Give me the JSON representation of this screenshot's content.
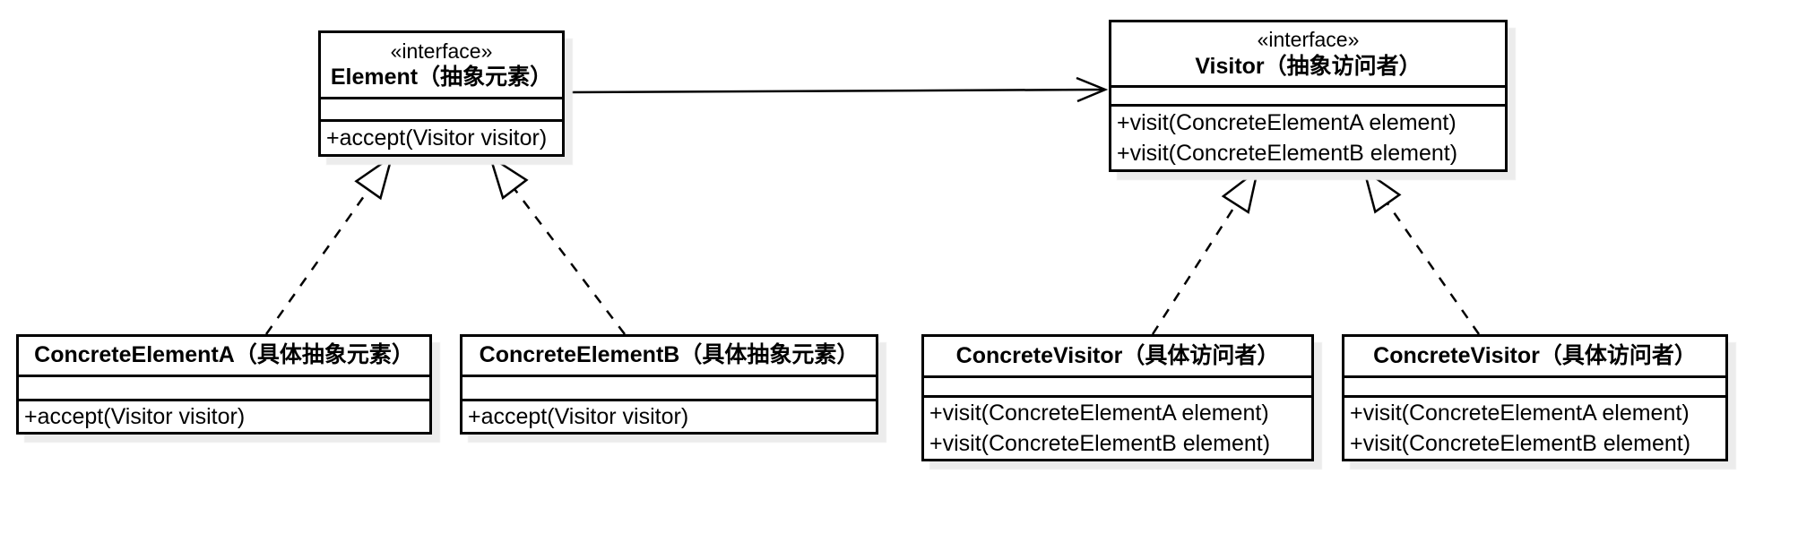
{
  "diagram": {
    "kind": "uml-class-diagram",
    "pattern": "Visitor",
    "colors": {
      "stroke": "#000000",
      "box_fill": "#ffffff",
      "shadow": "#ececec",
      "background": "#ffffff"
    },
    "nodes": {
      "element": {
        "stereotype": "«interface»",
        "name": "Element（抽象元素）",
        "methods": [
          "+accept(Visitor visitor)"
        ]
      },
      "visitor": {
        "stereotype": "«interface»",
        "name": "Visitor（抽象访问者）",
        "methods": [
          "+visit(ConcreteElementA element)",
          "+visit(ConcreteElementB element)"
        ]
      },
      "concrete_element_a": {
        "name": "ConcreteElementA（具体抽象元素）",
        "methods": [
          "+accept(Visitor visitor)"
        ]
      },
      "concrete_element_b": {
        "name": "ConcreteElementB（具体抽象元素）",
        "methods": [
          "+accept(Visitor visitor)"
        ]
      },
      "concrete_visitor_1": {
        "name": "ConcreteVisitor（具体访问者）",
        "methods": [
          "+visit(ConcreteElementA element)",
          "+visit(ConcreteElementB element)"
        ]
      },
      "concrete_visitor_2": {
        "name": "ConcreteVisitor（具体访问者）",
        "methods": [
          "+visit(ConcreteElementA element)",
          "+visit(ConcreteElementB element)"
        ]
      }
    },
    "edges": [
      {
        "from": "Element（抽象元素）",
        "to": "Visitor（抽象访问者）",
        "type": "association",
        "line": "solid",
        "head": "open-arrow"
      },
      {
        "from": "ConcreteElementA（具体抽象元素）",
        "to": "Element（抽象元素）",
        "type": "realization",
        "line": "dashed",
        "head": "hollow-triangle"
      },
      {
        "from": "ConcreteElementB（具体抽象元素）",
        "to": "Element（抽象元素）",
        "type": "realization",
        "line": "dashed",
        "head": "hollow-triangle"
      },
      {
        "from": "ConcreteVisitor（具体访问者） [left]",
        "to": "Visitor（抽象访问者）",
        "type": "realization",
        "line": "dashed",
        "head": "hollow-triangle"
      },
      {
        "from": "ConcreteVisitor（具体访问者） [right]",
        "to": "Visitor（抽象访问者）",
        "type": "realization",
        "line": "dashed",
        "head": "hollow-triangle"
      }
    ]
  }
}
